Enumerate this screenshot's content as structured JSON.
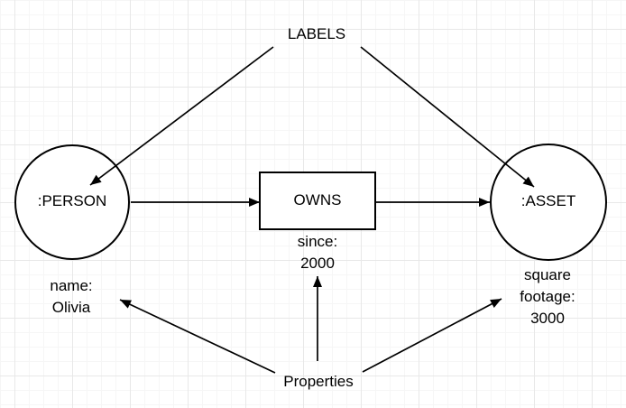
{
  "diagram": {
    "labels_annotation": "LABELS",
    "properties_annotation": "Properties",
    "person_node_label": ":PERSON",
    "relationship_label": "OWNS",
    "asset_node_label": ":ASSET",
    "person_property_lines": [
      "name:",
      "Olivia"
    ],
    "relationship_property_lines": [
      "since:",
      "2000"
    ],
    "asset_property_lines": [
      "square",
      "footage:",
      "3000"
    ]
  },
  "colors": {
    "background": "#ffffff",
    "grid_minor": "#f6f6f6",
    "grid_major": "#e8e8e8",
    "shape_fill": "#ffffff",
    "stroke": "#000000",
    "text": "#000000"
  }
}
